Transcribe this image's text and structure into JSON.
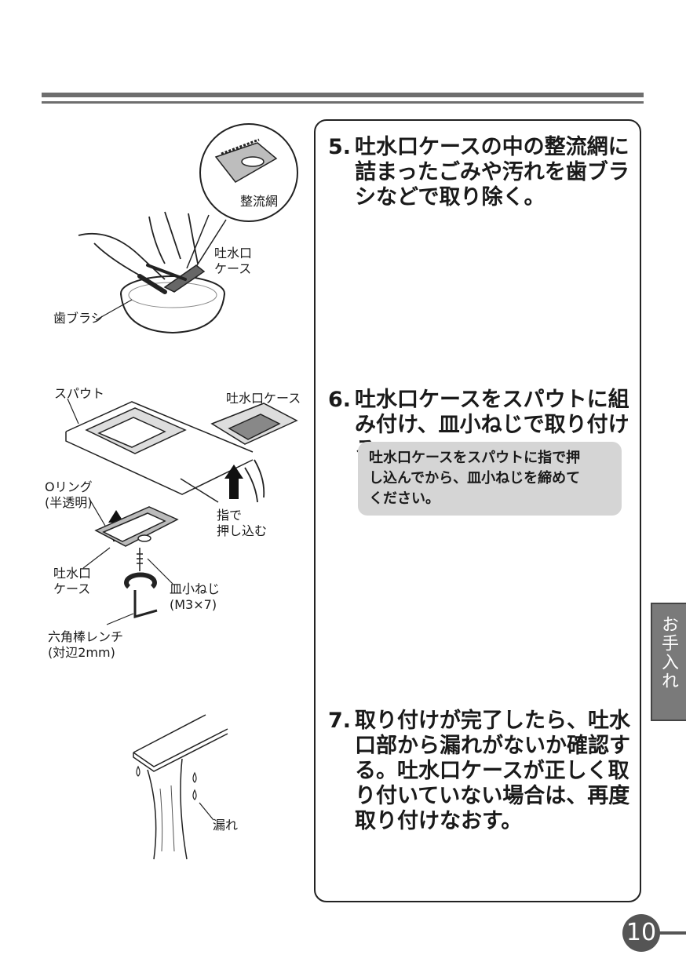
{
  "steps": [
    {
      "num": "5.",
      "text": "吐水口ケースの中の整流網に\n詰まったごみや汚れを歯ブラ\nシなどで取り除く。"
    },
    {
      "num": "6.",
      "text": "吐水口ケースをスパウトに組\nみ付け、皿小ねじで取り付ける。"
    },
    {
      "num": "7.",
      "text": "取り付けが完了したら、吐水\n口部から漏れがないか確認す\nる。吐水口ケースが正しく取\nり付いていない場合は、再度\n取り付けなおす。"
    }
  ],
  "note": "吐水口ケースをスパウトに指で押\nし込んでから、皿小ねじを締めて\nください。",
  "labels": {
    "seiryumou": "整流網",
    "tosuikou_case_1": "吐水口\nケース",
    "haburashi": "歯ブラシ",
    "spout": "スパウト",
    "tosuikou_case_2": "吐水口ケース",
    "o_ring": "Oリング\n(半透明)",
    "yubi_de": "指で\n押し込む",
    "tosuikou_case_3": "吐水口\nケース",
    "sara_neji": "皿小ねじ\n(M3×7)",
    "hex_wrench": "六角棒レンチ\n(対辺2mm)",
    "more": "漏れ"
  },
  "side_tab": "お手入れ",
  "page_number": "10"
}
